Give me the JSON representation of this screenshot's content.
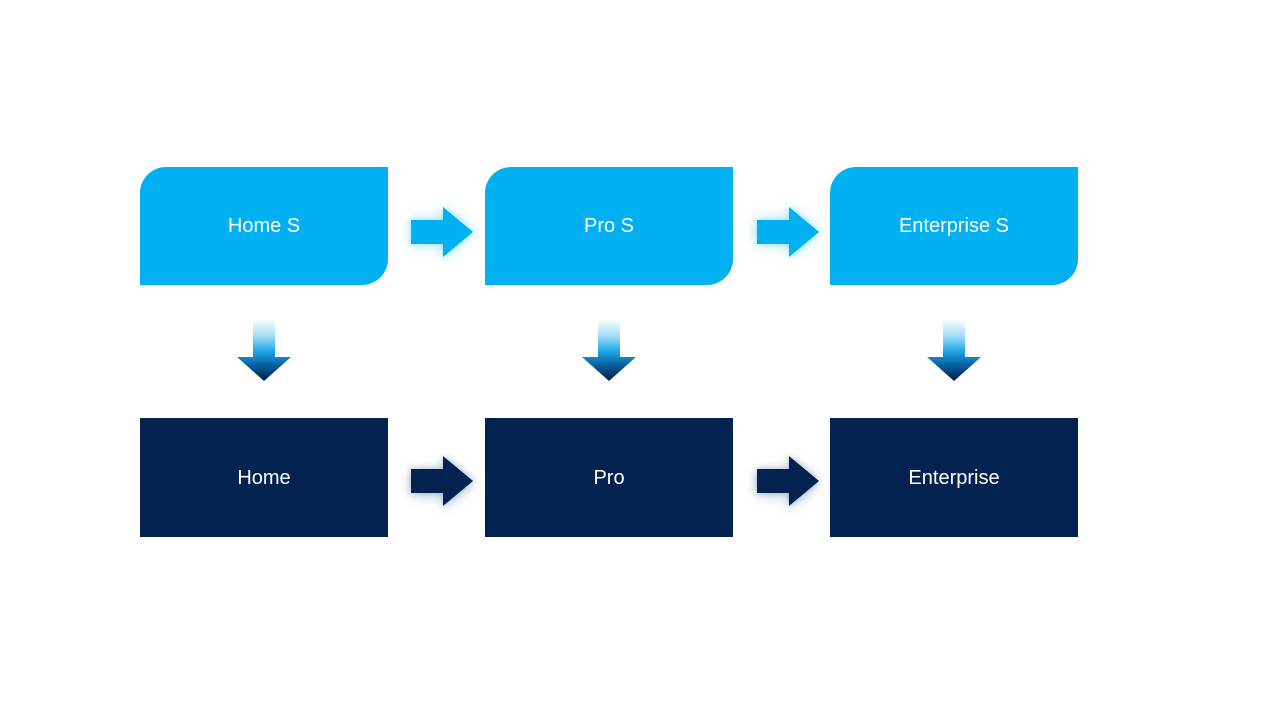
{
  "colors": {
    "background": "#FFFFFF",
    "box_light": "#00B0F0",
    "box_dark": "#032250",
    "label_text": "#FFFFFF",
    "glow_light": "#6AD2F680",
    "glow_dark": "#5E7A9E66",
    "down_grad_0": "#FFFFFF",
    "down_grad_1": "#9FDCF7",
    "down_grad_2": "#1FA8E8",
    "down_grad_3": "#0A66AB",
    "down_grad_4": "#021C3E"
  },
  "icons": {
    "right_arrow": "➡",
    "down_arrow": "⬇"
  },
  "diagram": {
    "columns": [
      {
        "top_label": "Home S",
        "bottom_label": "Home"
      },
      {
        "top_label": "Pro S",
        "bottom_label": "Pro"
      },
      {
        "top_label": "Enterprise S",
        "bottom_label": "Enterprise"
      }
    ]
  }
}
